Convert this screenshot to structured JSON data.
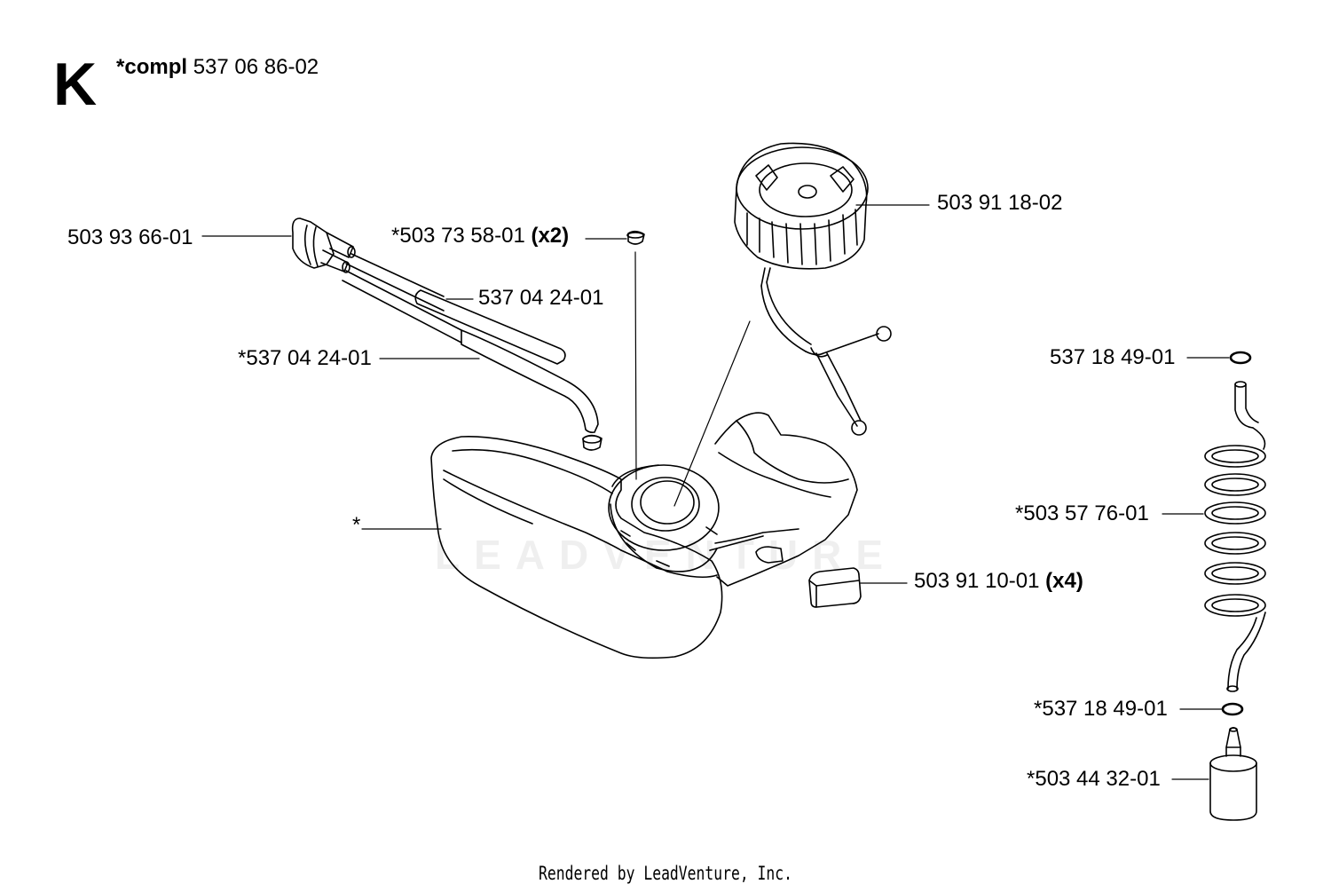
{
  "section": "K",
  "compl": {
    "prefix": "*compl",
    "number": "537 06 86-02"
  },
  "parts": {
    "primer_bulb": "503 93 66-01",
    "grommet_top": "*503 73 58-01",
    "grommet_top_qty": "(x2)",
    "hose_upper": "537 04 24-01",
    "hose_lower": "*537 04 24-01",
    "tank": "*",
    "fuel_cap": "503 91 18-02",
    "damper": "503 91 10-01",
    "damper_qty": "(x4)",
    "oring_top": "537 18 49-01",
    "fuel_line": "*503 57 76-01",
    "oring_bottom": "*537 18 49-01",
    "fuel_filter": "*503 44 32-01"
  },
  "watermark": "LEADVENTURE",
  "footer": "Rendered by LeadVenture, Inc."
}
